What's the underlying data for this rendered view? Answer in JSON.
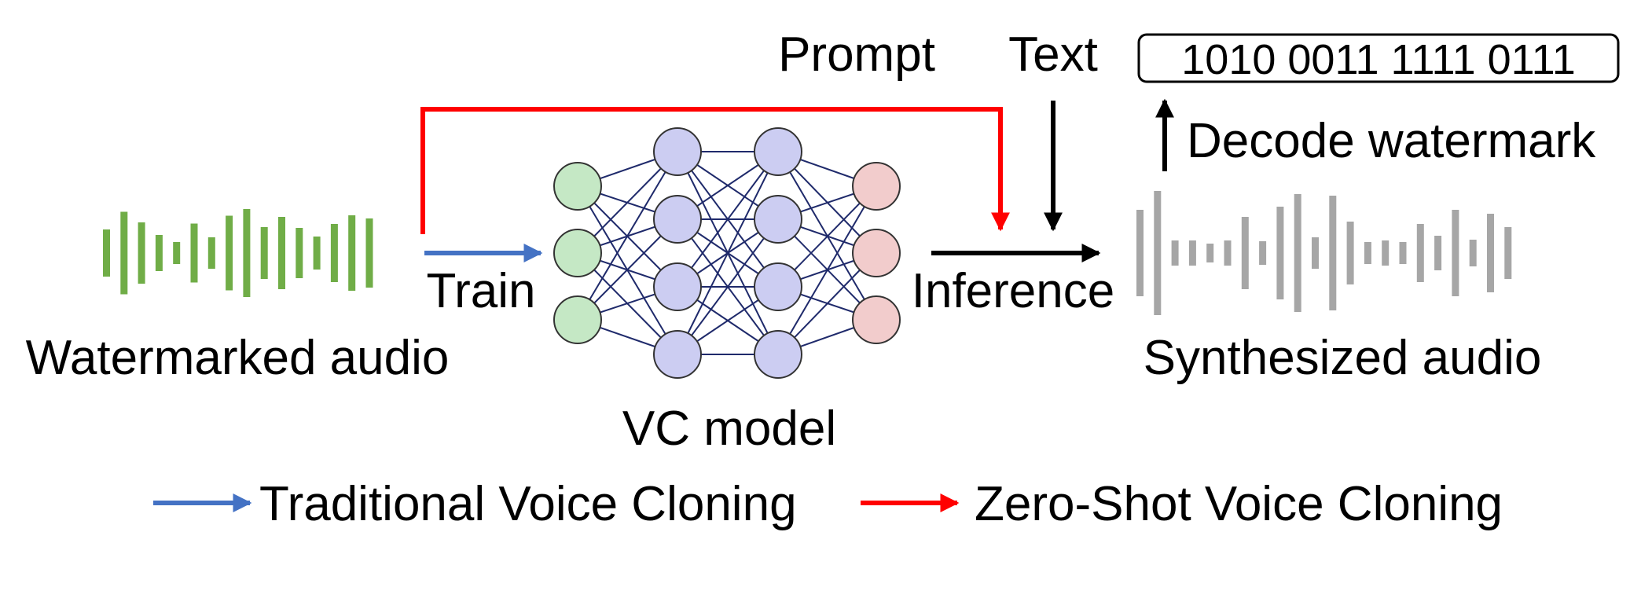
{
  "labels": {
    "prompt": "Prompt",
    "text": "Text",
    "watermark_bits": "1010 0011 1111 0111",
    "decode": "Decode watermark",
    "train": "Train",
    "inference": "Inference",
    "input_audio": "Watermarked audio",
    "output_audio": "Synthesized audio",
    "model": "VC model"
  },
  "legend": {
    "traditional": "Traditional Voice Cloning",
    "zero_shot": "Zero-Shot Voice Cloning"
  },
  "colors": {
    "traditional_arrow": "#4472c4",
    "zero_shot_arrow": "#ff0000",
    "black_arrow": "#000000",
    "input_wave": "#70ad47",
    "output_wave": "#a6a6a6",
    "input_neuron": "#c5e8c5",
    "hidden_neuron": "#cccdf2",
    "output_neuron": "#f2cccc",
    "network_edge": "#1f2a6b"
  },
  "icons": {
    "input_wave": "waveform-icon",
    "output_wave": "waveform-icon",
    "model": "neural-network-icon"
  }
}
